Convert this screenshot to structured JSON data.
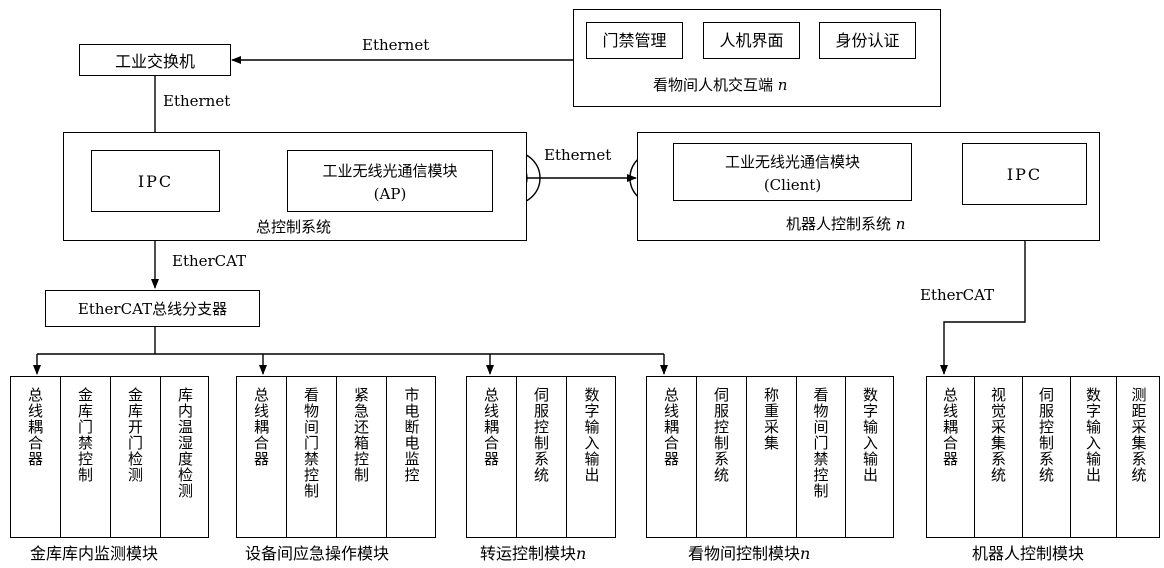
{
  "terminal": {
    "buttons": [
      "门禁管理",
      "人机界面",
      "身份认证"
    ],
    "caption": "看物间人机交互端",
    "caption_n": "n"
  },
  "switch": {
    "label": "工业交换机"
  },
  "links": {
    "ethernet_top": "Ethernet",
    "ethernet_switch_down": "Ethernet",
    "ethernet_mid": "Ethernet",
    "ethercat_main": "EtherCAT",
    "ethercat_robot": "EtherCAT"
  },
  "master": {
    "ipc": "IPC",
    "wireless_line1": "工业无线光通信模块",
    "wireless_line2": "(AP)",
    "caption": "总控制系统"
  },
  "robot_ctrl": {
    "wireless_line1": "工业无线光通信模块",
    "wireless_line2": "(Client)",
    "ipc": "IPC",
    "caption": "机器人控制系统",
    "caption_n": "n"
  },
  "splitter": {
    "label": "EtherCAT总线分支器"
  },
  "modules": [
    {
      "cells": [
        "总线耦合器",
        "金库门禁控制",
        "金库开门检测",
        "库内温湿度检测"
      ],
      "caption": "金库库内监测模块",
      "caption_n": ""
    },
    {
      "cells": [
        "总线耦合器",
        "看物间门禁控制",
        "紧急还箱控制",
        "市电断电监控"
      ],
      "caption": "设备间应急操作模块",
      "caption_n": ""
    },
    {
      "cells": [
        "总线耦合器",
        "伺服控制系统",
        "数字输入输出"
      ],
      "caption": "转运控制模块",
      "caption_n": "n"
    },
    {
      "cells": [
        "总线耦合器",
        "伺服控制系统",
        "称重采集",
        "看物间门禁控制",
        "数字输入输出"
      ],
      "caption": "看物间控制模块",
      "caption_n": "n"
    },
    {
      "cells": [
        "总线耦合器",
        "视觉采集系统",
        "伺服控制系统",
        "数字输入输出",
        "测距采集系统"
      ],
      "caption": "机器人控制模块",
      "caption_n": ""
    }
  ]
}
